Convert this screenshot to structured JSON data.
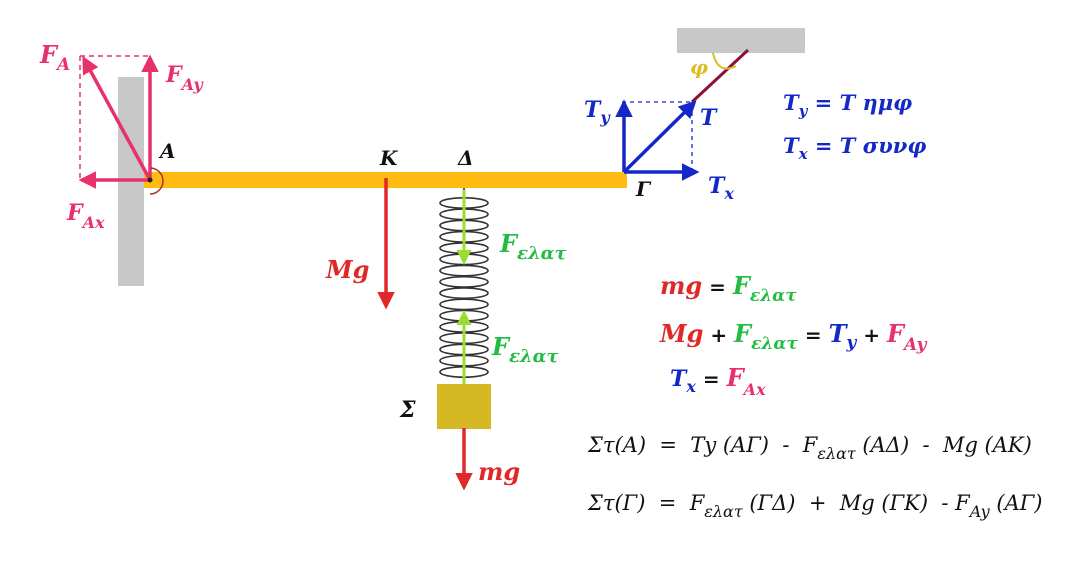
{
  "colors": {
    "force_pink": "#e8306a",
    "weight_red": "#e02828",
    "tension_blue": "#1428c8",
    "elastic_green": "#22bb44",
    "spring_arrow": "#99dd33",
    "beam": "#ffbb11",
    "wall": "#c8c8c8",
    "mass": "#d4b824",
    "rope": "#8a1238",
    "angle": "#ddbb22"
  },
  "labels": {
    "FA": {
      "main": "F",
      "sub": "A"
    },
    "FAy": {
      "main": "F",
      "sub": "Ay"
    },
    "FAx": {
      "main": "F",
      "sub": "Ax"
    },
    "A": "A",
    "K": "K",
    "Delta": "Δ",
    "Gamma": "Γ",
    "Mg": "Mg",
    "Felat_top": {
      "main": "F",
      "sub": "ελατ"
    },
    "Felat_bottom": {
      "main": "F",
      "sub": "ελατ"
    },
    "Sigma": "Σ",
    "mg": "mg",
    "phi": "φ",
    "T": "T",
    "Ty": {
      "main": "T",
      "sub": "y"
    },
    "Tx": {
      "main": "T",
      "sub": "x"
    }
  },
  "trig": {
    "ty": {
      "lhs_main": "T",
      "lhs_sub": "y",
      "rhs": " = T ημφ"
    },
    "tx": {
      "lhs_main": "T",
      "lhs_sub": "x",
      "rhs": " = T συνφ"
    }
  },
  "equations": {
    "eq1": {
      "mg": "mg",
      "eq": " = ",
      "F": "F",
      "F_sub": "ελατ"
    },
    "eq2": {
      "Mg": "Mg",
      "plus1": " + ",
      "F": "F",
      "F_sub": "ελατ",
      "eq": "  =  ",
      "T": "T",
      "T_sub": "y",
      "plus2": " + ",
      "FA": "F",
      "FA_sub": "Ay"
    },
    "eq3": {
      "T": "T",
      "T_sub": "x",
      "eq": " = ",
      "F": "F",
      "F_sub": "Ax"
    },
    "torque_A": {
      "a": "Στ(Α)  =  Ty (ΑΓ)  -  F",
      "a_sub": "ελατ",
      "b": " (ΑΔ)  -  Mg (ΑΚ)"
    },
    "torque_G": {
      "a": "Στ(Γ)  =  F",
      "a_sub": "ελατ",
      "b": " (ΓΔ)  +  Mg (ΓΚ)  - F",
      "b_sub": "Ay",
      "c": " (ΑΓ)"
    }
  }
}
